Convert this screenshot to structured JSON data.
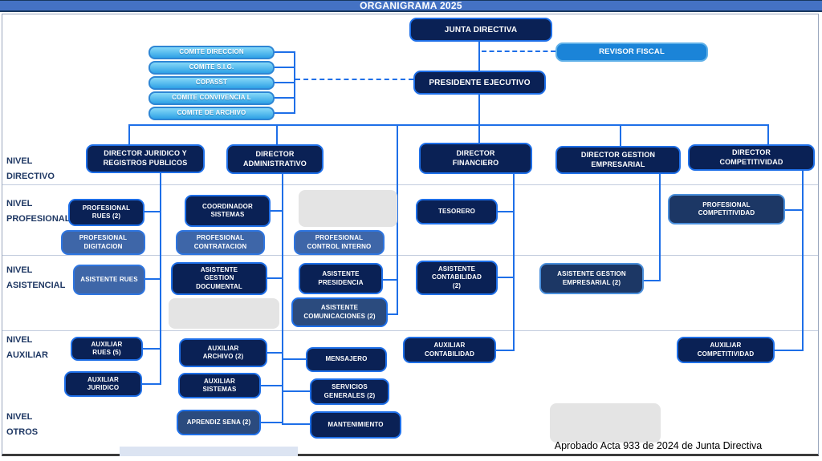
{
  "title": "ORGANIGRAMA 2025",
  "top": {
    "junta_directiva": "JUNTA DIRECTIVA",
    "revisor_fiscal": "REVISOR FISCAL",
    "presidente_ejecutivo": "PRESIDENTE EJECUTIVO"
  },
  "committees": [
    "COMITE DIRECCION",
    "COMITE S.I.G.",
    "COPASST",
    "COMITE CONVIVENCIA L",
    "COMITE DE ARCHIVO"
  ],
  "levels": {
    "directivo": "NIVEL\nDIRECTIVO",
    "profesional": "NIVEL\nPROFESIONAL",
    "asistencial": "NIVEL\nASISTENCIAL",
    "auxiliar": "NIVEL\nAUXILIAR",
    "otros": "NIVEL\nOTROS"
  },
  "directors": {
    "juridico": "DIRECTOR JURIDICO Y\nREGISTROS PUBLICOS",
    "administrativo": "DIRECTOR\nADMINISTRATIVO",
    "financiero": "DIRECTOR\nFINANCIERO",
    "gestion_empresarial": "DIRECTOR GESTION\nEMPRESARIAL",
    "competitividad": "DIRECTOR\nCOMPETITIVIDAD"
  },
  "profesional": {
    "rues": "PROFESIONAL\nRUES (2)",
    "digitacion": "PROFESIONAL\nDIGITACION",
    "coordinador_sistemas": "COORDINADOR\nSISTEMAS",
    "contratacion": "PROFESIONAL\nCONTRATACION",
    "control_interno": "PROFESIONAL\nCONTROL INTERNO",
    "tesorero": "TESORERO",
    "competitividad": "PROFESIONAL\nCOMPETITIVIDAD"
  },
  "asistencial": {
    "rues": "ASISTENTE RUES",
    "gestion_documental": "ASISTENTE\nGESTION\nDOCUMENTAL",
    "presidencia": "ASISTENTE\nPRESIDENCIA",
    "comunicaciones": "ASISTENTE\nCOMUNICACIONES (2)",
    "contabilidad": "ASISTENTE\nCONTABILIDAD\n(2)",
    "gestion_empresarial": "ASISTENTE GESTION\nEMPRESARIAL (2)"
  },
  "auxiliar": {
    "rues": "AUXILIAR\nRUES (5)",
    "juridico": "AUXILIAR\nJURIDICO",
    "archivo": "AUXILIAR\nARCHIVO (2)",
    "sistemas": "AUXILIAR\nSISTEMAS",
    "mensajero": "MENSAJERO",
    "servicios_generales": "SERVICIOS\nGENERALES (2)",
    "contabilidad": "AUXILIAR\nCONTABILIDAD",
    "competitividad": "AUXILIAR\nCOMPETITIVIDAD"
  },
  "otros": {
    "aprendiz_sena": "APRENDIZ SENA (2)",
    "mantenimiento": "MANTENIMIENTO"
  },
  "footer": {
    "approval": "Aprobado Acta 933 de 2024 de Junta Directiva"
  },
  "colors": {
    "title_bar": "#4472C4",
    "node_dark_navy": "#0A2155",
    "node_medium_blue": "#3E66A8",
    "node_slate": "#2B4B7E",
    "node_revisor": "#1B84D8",
    "committee_gradient_top": "#86D9F8",
    "committee_gradient_bottom": "#2FA2E6",
    "connector": "#1E6FE8",
    "level_label_text": "#1F3864",
    "placeholder_gray": "#E4E4E4"
  }
}
